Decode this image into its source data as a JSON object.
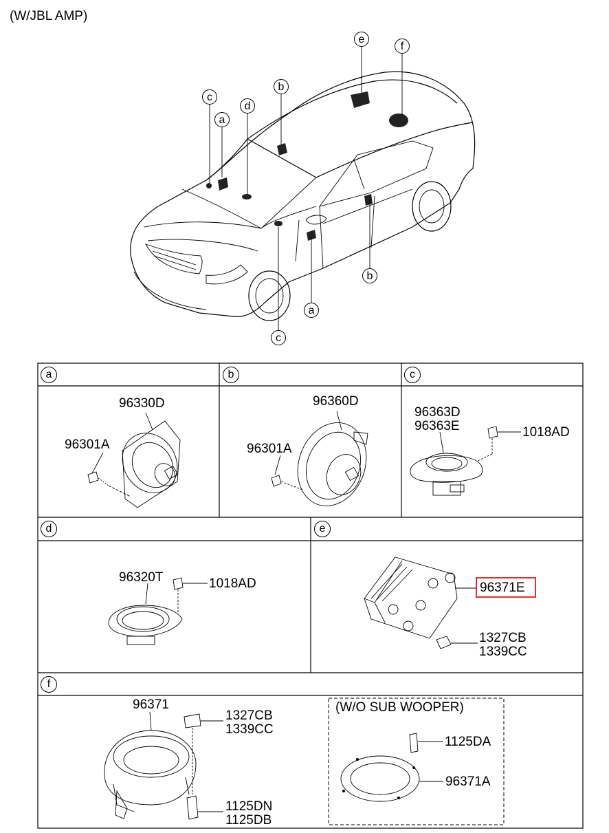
{
  "header": {
    "title": "(W/JBL AMP)"
  },
  "callouts": {
    "top_e": "e",
    "top_f": "f",
    "top_c": "c",
    "top_b": "b",
    "top_d": "d",
    "top_a": "a",
    "bottom_b": "b",
    "bottom_a": "a",
    "bottom_c": "c"
  },
  "sections": {
    "a": {
      "tag": "a",
      "parts": [
        "96330D",
        "96301A"
      ]
    },
    "b": {
      "tag": "b",
      "parts": [
        "96360D",
        "96301A"
      ]
    },
    "c": {
      "tag": "c",
      "parts": [
        "96363D",
        "96363E",
        "1018AD"
      ]
    },
    "d": {
      "tag": "d",
      "parts": [
        "96320T",
        "1018AD"
      ]
    },
    "e": {
      "tag": "e",
      "parts": [
        "96371E",
        "1327CB",
        "1339CC"
      ]
    },
    "f": {
      "tag": "f",
      "parts": [
        "96371",
        "1327CB",
        "1339CC",
        "1125DN",
        "1125DB"
      ],
      "sub_title": "(W/O SUB WOOPER)",
      "sub_parts": [
        "1125DA",
        "96371A"
      ]
    }
  },
  "colors": {
    "highlight": "#e03030",
    "line": "#000000",
    "background": "#ffffff"
  }
}
